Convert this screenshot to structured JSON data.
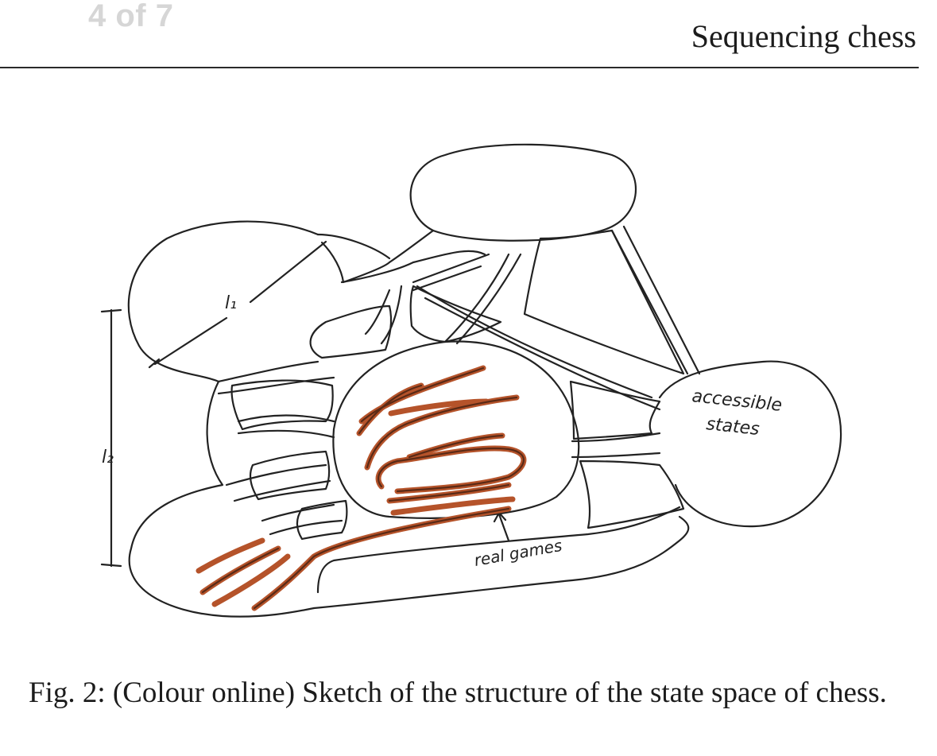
{
  "header": {
    "page_counter": "4 of 7",
    "running_title": "Sequencing chess"
  },
  "figure": {
    "labels": {
      "l1": "l₁",
      "l2": "l₂",
      "accessible_line1": "accessible",
      "accessible_line2": "states",
      "real_games": "real games"
    },
    "colors": {
      "outline": "#222222",
      "real_games_stroke": "#b5532a"
    }
  },
  "caption": {
    "label": "Fig. 2:",
    "text": "(Colour online) Sketch of the structure of the state space of chess."
  }
}
